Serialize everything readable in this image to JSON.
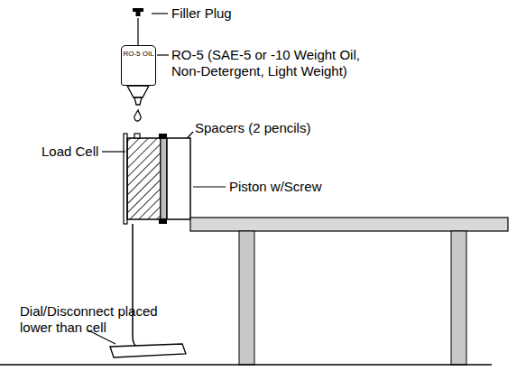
{
  "diagram": {
    "nodes": [
      {
        "text": [
          "RO-5 OIL"
        ]
      }
    ],
    "labels": [
      "Filler Plug",
      "RO-5 (SAE-5 or -10 Weight Oil, Non-Detergent, Light Weight)",
      "Spacers (2 pencils)",
      "Load Cell",
      "Piston w/Screw",
      "Dial/Disconnect placed lower than cell"
    ]
  }
}
